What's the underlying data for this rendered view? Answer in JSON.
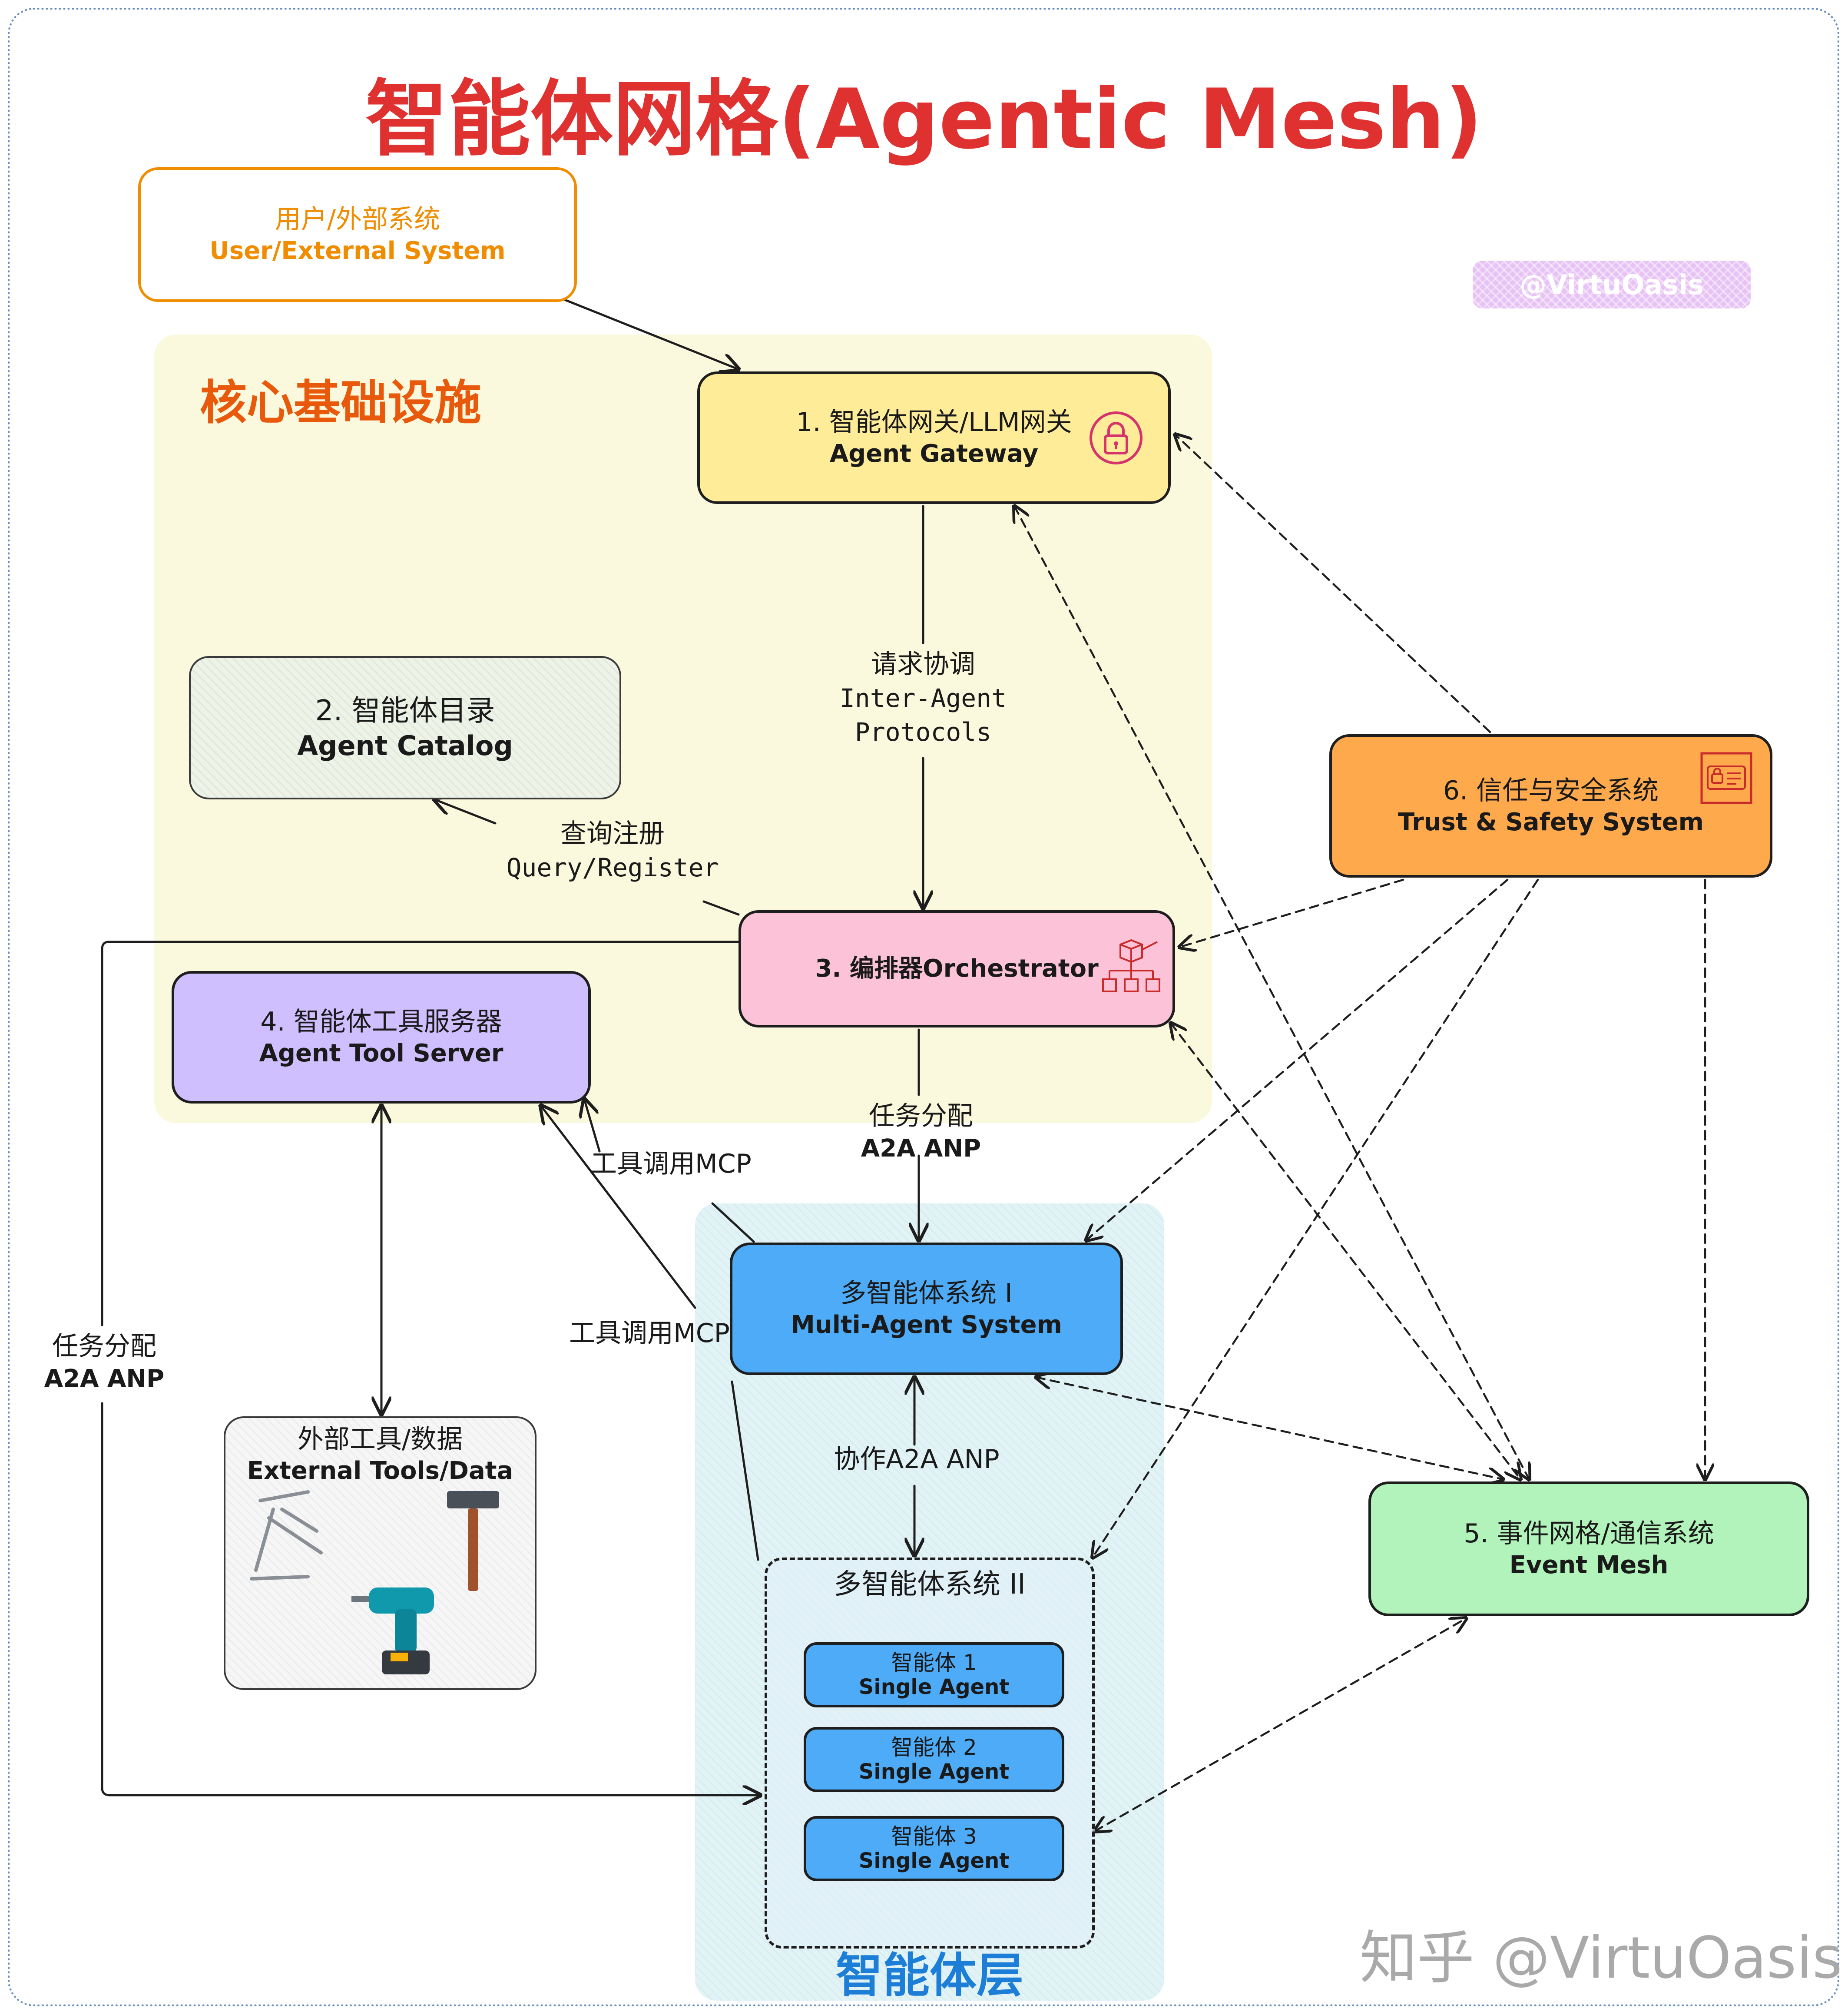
{
  "title": "智能体网格(Agentic Mesh)",
  "watermark": "@VirtuOasis",
  "watermark_bottom": "知乎 @VirtuOasis",
  "zones": {
    "core": "核心基础设施",
    "agent_layer": "智能体层"
  },
  "nodes": {
    "user": {
      "cn": "用户/外部系统",
      "en": "User/External System"
    },
    "gateway": {
      "cn": "1. 智能体网关/LLM网关",
      "en": "Agent Gateway",
      "icon": "lock-icon"
    },
    "catalog": {
      "cn": "2. 智能体目录",
      "en": "Agent Catalog"
    },
    "orchestrator": {
      "cn": "3. 编排器Orchestrator",
      "icon": "hierarchy-icon"
    },
    "tool_server": {
      "cn": "4. 智能体工具服务器",
      "en": "Agent Tool Server"
    },
    "event_mesh": {
      "cn": "5. 事件网格/通信系统",
      "en": "Event Mesh"
    },
    "trust": {
      "cn": "6. 信任与安全系统",
      "en": "Trust & Safety System",
      "icon": "id-card-icon"
    },
    "mas1": {
      "cn": "多智能体系统 I",
      "en": "Multi-Agent System"
    },
    "mas2": {
      "cn": "多智能体系统 II"
    },
    "external_tools": {
      "cn": "外部工具/数据",
      "en": "External Tools/Data",
      "icons": [
        "nails-icon",
        "hammer-icon",
        "drill-icon"
      ]
    },
    "agents": [
      {
        "cn": "智能体 1",
        "en": "Single Agent"
      },
      {
        "cn": "智能体 2",
        "en": "Single Agent"
      },
      {
        "cn": "智能体 3",
        "en": "Single Agent"
      }
    ]
  },
  "edges": {
    "gateway_orch": {
      "cn": "请求协调",
      "en1": "Inter-Agent",
      "en2": "Protocols"
    },
    "catalog_query": {
      "cn": "查询注册",
      "en": "Query/Register"
    },
    "orch_mas1": {
      "cn": "任务分配",
      "en": "A2A ANP"
    },
    "left_assign": {
      "cn": "任务分配",
      "en": "A2A ANP"
    },
    "tool_mcp_1": "工具调用MCP",
    "tool_mcp_2": "工具调用MCP",
    "mas1_mas2": "协作A2A ANP"
  },
  "colors": {
    "title": "#e03131",
    "user": "#f08c00",
    "gateway": "#ffec99",
    "orchestrator": "#fcc2d7",
    "tool_server": "#d0bfff",
    "trust": "#ffa94d",
    "mas": "#4dabf7",
    "event_mesh": "#b2f2bb",
    "core_zone": "#fbf9dd",
    "agent_zone": "#e2f3f6"
  }
}
